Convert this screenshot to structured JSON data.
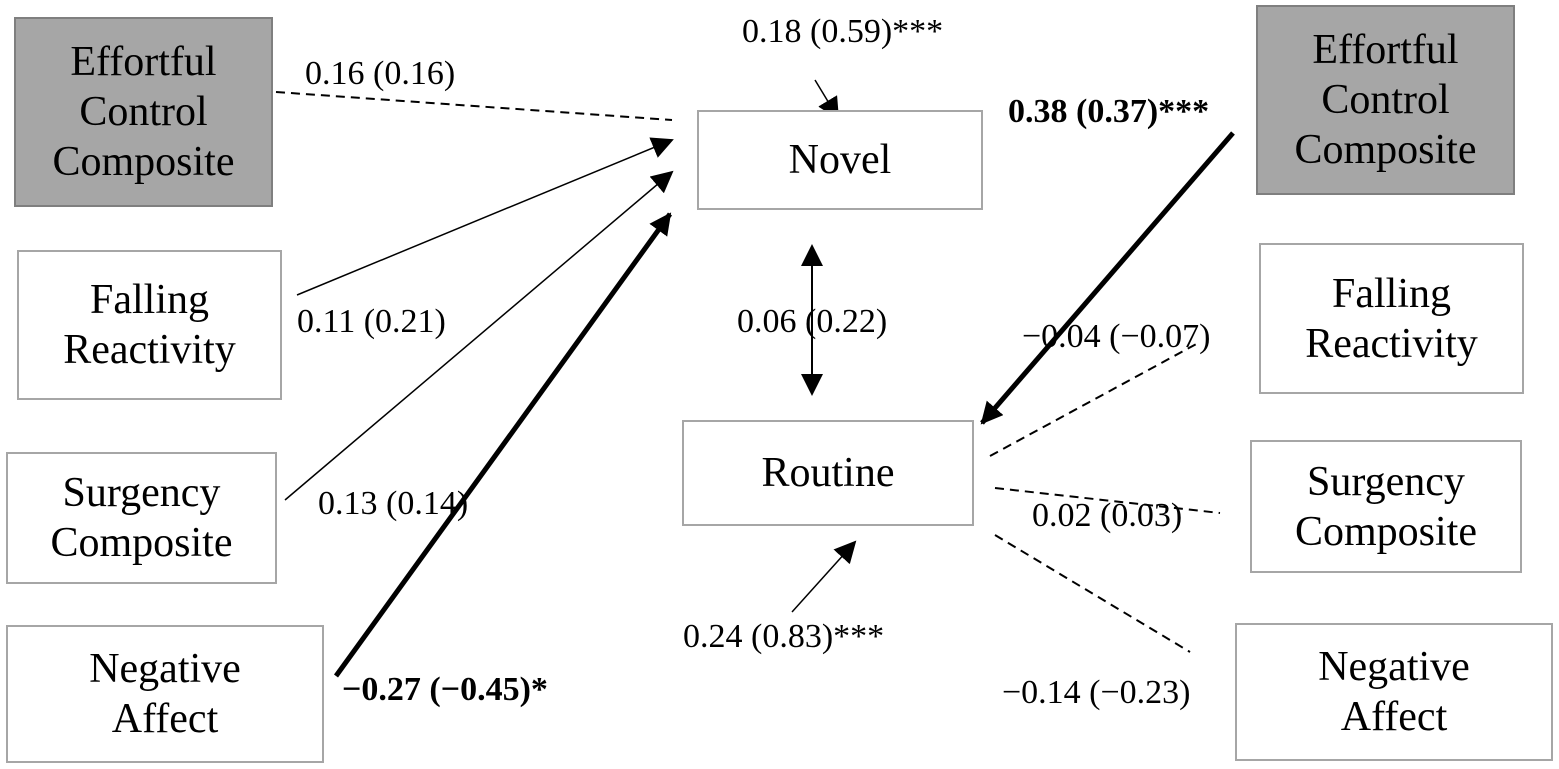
{
  "nodes": {
    "ec_left": "Effortful\nControl\nComposite",
    "fr_left": "Falling\nReactivity",
    "sc_left": "Surgency\nComposite",
    "na_left": "Negative\nAffect",
    "novel": "Novel",
    "routine": "Routine",
    "ec_right": "Effortful\nControl\nComposite",
    "fr_right": "Falling\nReactivity",
    "sc_right": "Surgency\nComposite",
    "na_right": "Negative\nAffect"
  },
  "paths": {
    "ec_novel": "0.16 (0.16)",
    "fr_novel": "0.11 (0.21)",
    "sc_novel": "0.13 (0.14)",
    "na_novel": "−0.27 (−0.45)*",
    "novel_residual": "0.18 (0.59)***",
    "covariance": "0.06 (0.22)",
    "routine_residual": "0.24 (0.83)***",
    "ec_routine": "0.38 (0.37)***",
    "fr_routine": "−0.04 (−0.07)",
    "sc_routine": "0.02 (0.03)",
    "na_routine": "−0.14 (−0.23)"
  },
  "colors": {
    "shaded_box": "#a6a6a6",
    "box_border": "#a6a6a6",
    "line": "#000000"
  }
}
